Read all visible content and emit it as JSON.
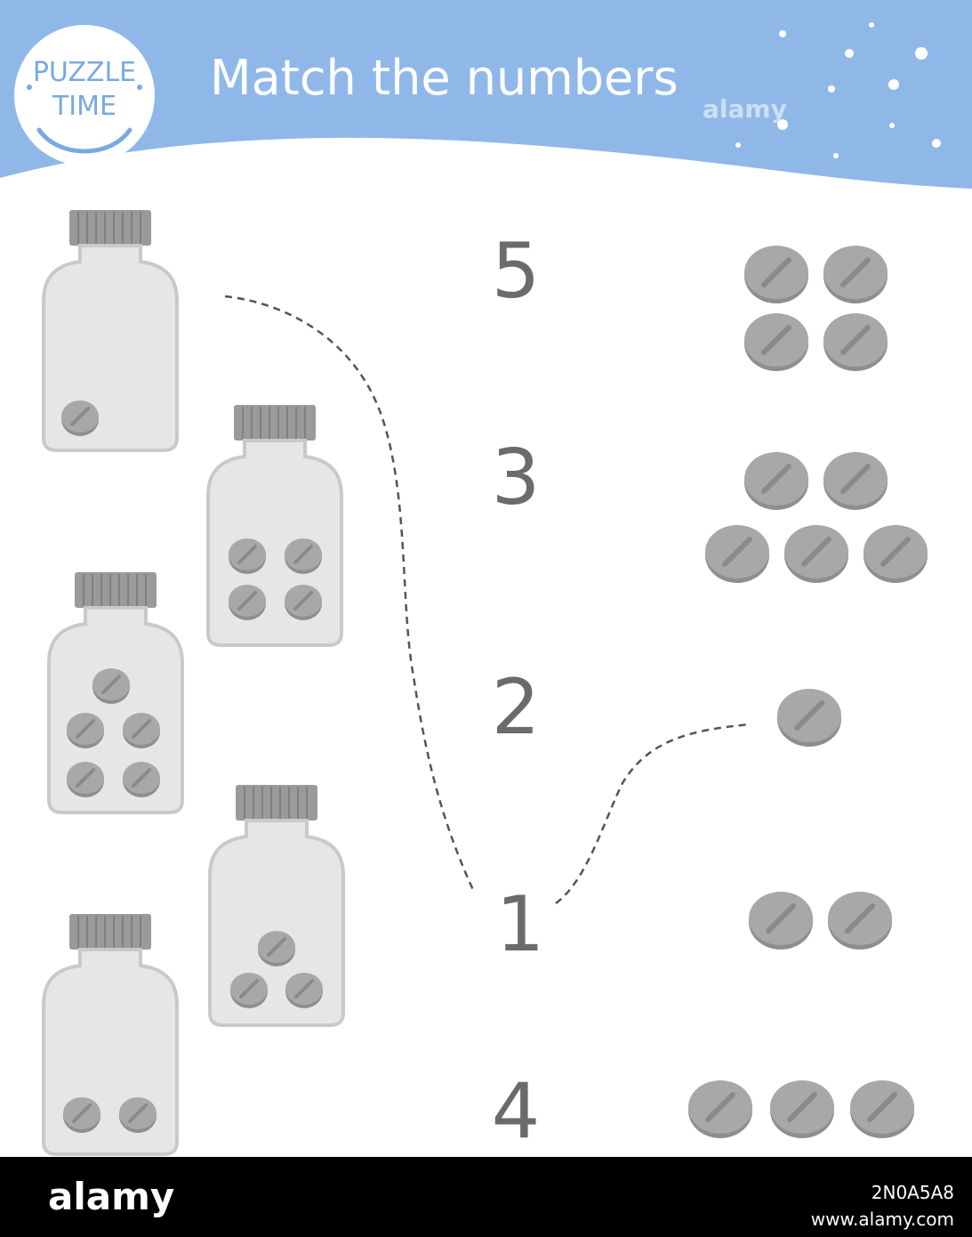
{
  "header": {
    "badge_line1": "PUZZLE",
    "badge_line2": "TIME",
    "title": "Match the numbers",
    "bg_color": "#8fb8e9",
    "watermark": "alamy"
  },
  "numbers": [
    "5",
    "3",
    "2",
    "1",
    "4"
  ],
  "jars": [
    {
      "pills": 1
    },
    {
      "pills": 4
    },
    {
      "pills": 5
    },
    {
      "pills": 3
    },
    {
      "pills": 2
    }
  ],
  "pill_groups": [
    4,
    5,
    1,
    2,
    3
  ],
  "solved_connections": [
    {
      "from": "jar-1-pill",
      "to": "number-1"
    },
    {
      "from": "number-1",
      "to": "pill-group-1"
    }
  ],
  "footer": {
    "logo": "alamy",
    "image_id": "2N0A5A8",
    "url": "www.alamy.com"
  },
  "colors": {
    "accent": "#8fb8e9",
    "pill": "#a8a8a8",
    "jar_fill": "#e6e6e6",
    "jar_outline": "#c9c9c9",
    "lid": "#9a9a9a",
    "number": "#6b6b6b"
  }
}
